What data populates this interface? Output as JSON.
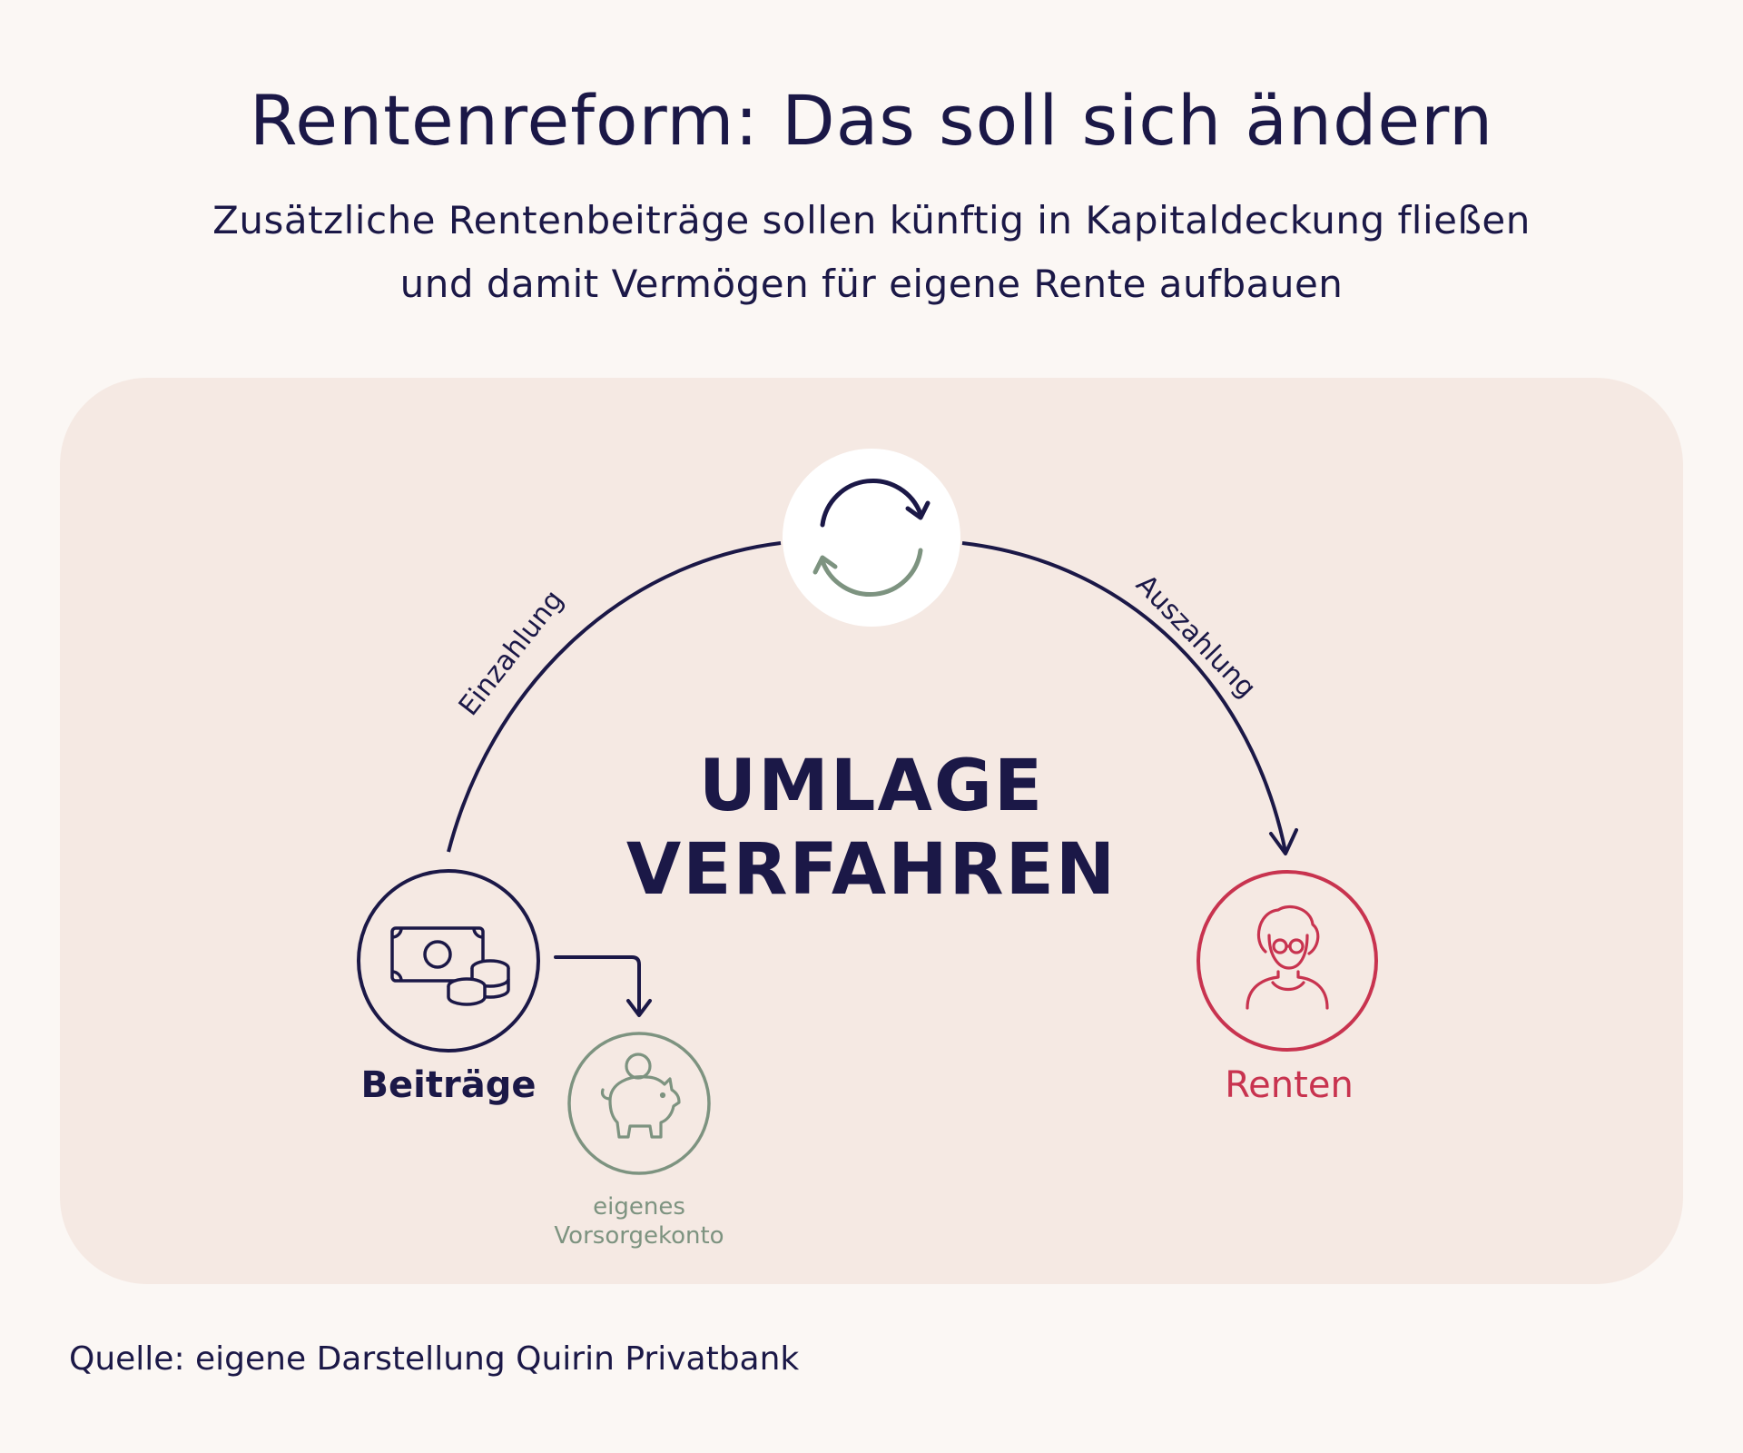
{
  "title": "Rentenreform: Das soll sich ändern",
  "subtitle": {
    "line1": "Zusätzliche Rentenbeiträge sollen künftig in Kapitaldeckung fließen",
    "line2": "und damit Vermögen für eigene Rente aufbauen"
  },
  "diagram": {
    "center": {
      "line1": "UMLAGE",
      "line2": "VERFAHREN"
    },
    "arc_left_label": "Einzahlung",
    "arc_right_label": "Auszahlung",
    "nodes": {
      "beitraege": {
        "label": "Beiträge",
        "icon": "money-coins-icon"
      },
      "renten": {
        "label": "Renten",
        "icon": "senior-person-icon"
      },
      "konto": {
        "line1": "eigenes",
        "line2": "Vorsorgekonto",
        "icon": "piggy-bank-icon"
      },
      "cycle": {
        "icon": "refresh-cycle-icon"
      }
    },
    "colors": {
      "navy": "#1b1847",
      "red": "#c8334f",
      "green": "#7d9380",
      "panel": "#f5e9e3",
      "background": "#fbf7f4"
    }
  },
  "source": "Quelle: eigene Darstellung Quirin Privatbank"
}
